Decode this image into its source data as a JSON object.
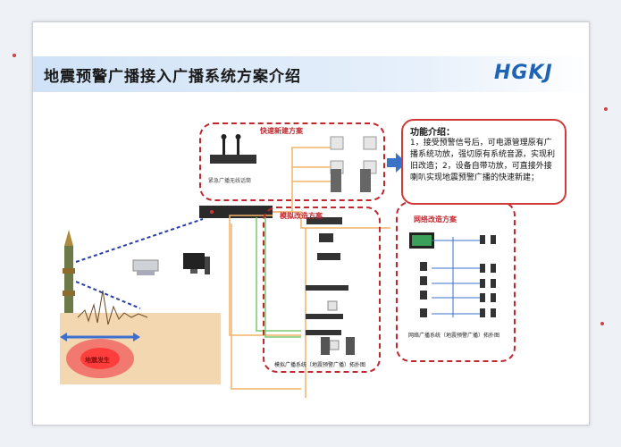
{
  "header": {
    "title": "地震预警广播接入广播系统方案介绍",
    "logo_text": "HGKJ"
  },
  "feature_box": {
    "title": "功能介绍：",
    "body": "1，接受预警信号后，可电源管理原有广播系统功放，强切原有系统音源，实现利旧改造；2，设备自带功放，可直接外接喇叭实现地震预警广播的快速新建；"
  },
  "diagram": {
    "quick_build_label": "快速新建方案",
    "retrofit_label": "模拟改造方案",
    "network_label": "网络改造方案",
    "wireless_mic_label": "紧急广播无线话筒",
    "earthquake_label": "地震发生",
    "retrofit_caption": "模拟广播系统（地震预警广播）拓扑图",
    "network_caption": "网络广播系统（地震预警广播）拓扑图"
  },
  "colors": {
    "accent_red": "#c0282f",
    "title_band": "#cfe2f7",
    "logo_blue": "#1f63b4",
    "arrow_blue": "#3a72c8"
  }
}
